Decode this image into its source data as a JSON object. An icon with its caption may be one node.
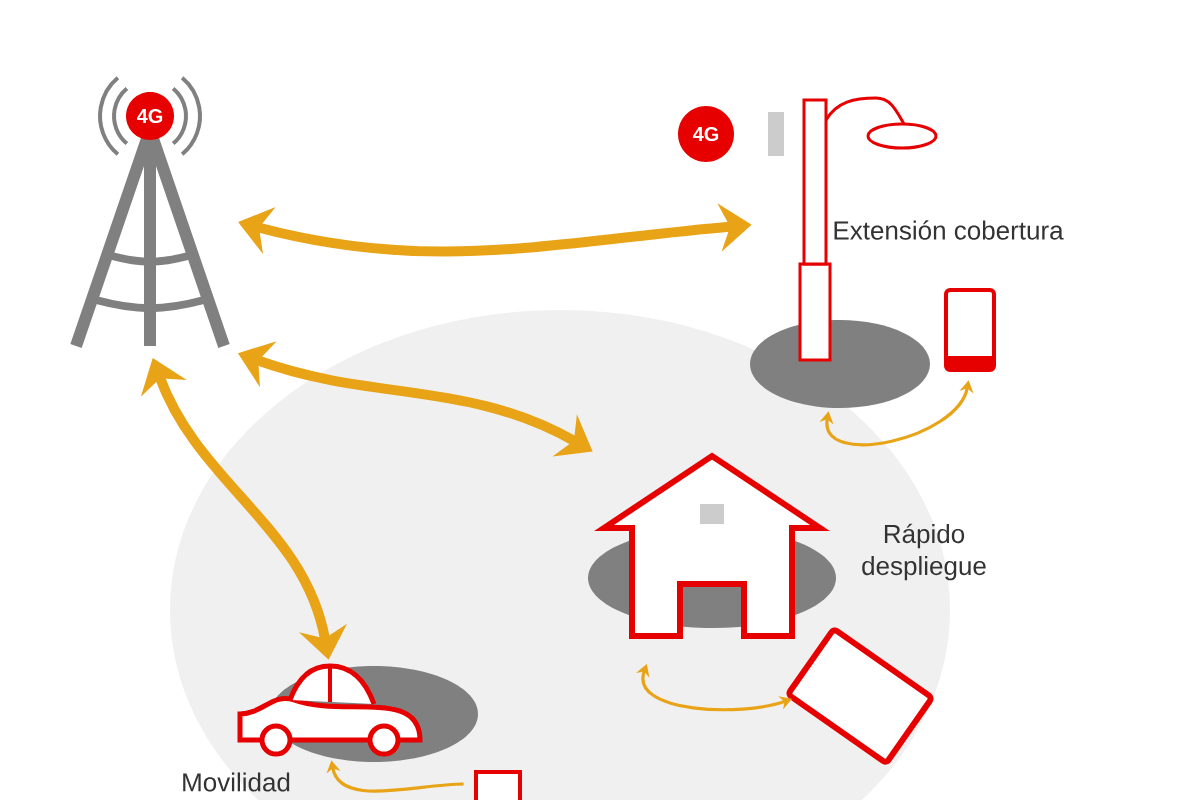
{
  "diagram": {
    "nodes": [
      {
        "text": [],
        "shape": "picture"
      },
      {
        "text": [],
        "shape": "picture",
        "beside": [
          "Extensión cobertura"
        ]
      },
      {
        "text": [],
        "shape": "picture"
      },
      {
        "text": [],
        "shape": "picture",
        "beside": [
          "Rápido despliegue"
        ]
      },
      {
        "text": [],
        "shape": "picture"
      },
      {
        "text": [],
        "shape": "picture",
        "beside": [
          "Movilidad"
        ]
      },
      {
        "text": [],
        "shape": "box"
      }
    ],
    "edges": [
      {
        "from": 0,
        "to": 1,
        "arrow": "both",
        "style": "thick"
      },
      {
        "from": 0,
        "to": 3,
        "arrow": "both",
        "style": "thick"
      },
      {
        "from": 0,
        "to": 5,
        "arrow": "both",
        "style": "thick"
      },
      {
        "from": 1,
        "to": 2,
        "arrow": "both"
      },
      {
        "from": 3,
        "to": 4,
        "arrow": "both"
      },
      {
        "from": 6,
        "to": 5,
        "arrow": "to"
      }
    ],
    "labels": [
      "4G",
      "4G"
    ]
  }
}
